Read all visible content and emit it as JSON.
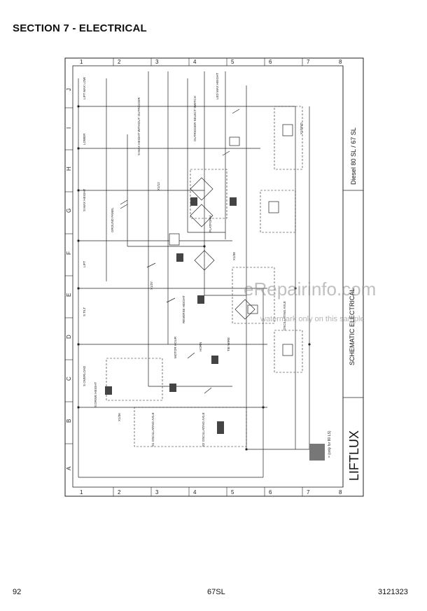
{
  "header": {
    "title": "SECTION 7 - ELECTRICAL"
  },
  "footer": {
    "page_number": "92",
    "model": "67SL",
    "doc_number": "3121323"
  },
  "watermark": {
    "site": "eRepairinfo.com",
    "note": "watermark only on this sample"
  },
  "schematic": {
    "brand": "LIFTLUX",
    "drawing_title": "SCHEMATIC ELECTRICAL",
    "model_title": "Diesel 80 SL / 67 SL",
    "legend_note": "= (only for 80 LS)",
    "col_numbers": [
      "1",
      "2",
      "3",
      "4",
      "5",
      "6",
      "7",
      "8"
    ],
    "row_letters": [
      "A",
      "B",
      "C",
      "D",
      "E",
      "F",
      "G",
      "H",
      "I",
      "J"
    ],
    "wire_labels": [
      "LIFT MAX LOW",
      "LOWER",
      "S MAX HEIGHT",
      "LIFT",
      "S TILT",
      "S OVERLOAD",
      "S MAX HEIGHT WITHOUT OUTRIGGER",
      "LED MAX HEIGHT",
      "OUTRIGGER SELECT SWITCH",
      "GROUND PANEL",
      "PLATFORM",
      "OSCILLATING AXLE",
      "S1 OSCILLATING AXLE",
      "S2 OSCILLATING AXLE",
      "X1/GND",
      "X1/37",
      "X1/36",
      "X1/38",
      "X1/12",
      "REVERSE HEIGHT",
      "MOTOR HOUR",
      "HORN",
      "TIE WIRE",
      "S DRIVE HEIGHT"
    ]
  }
}
